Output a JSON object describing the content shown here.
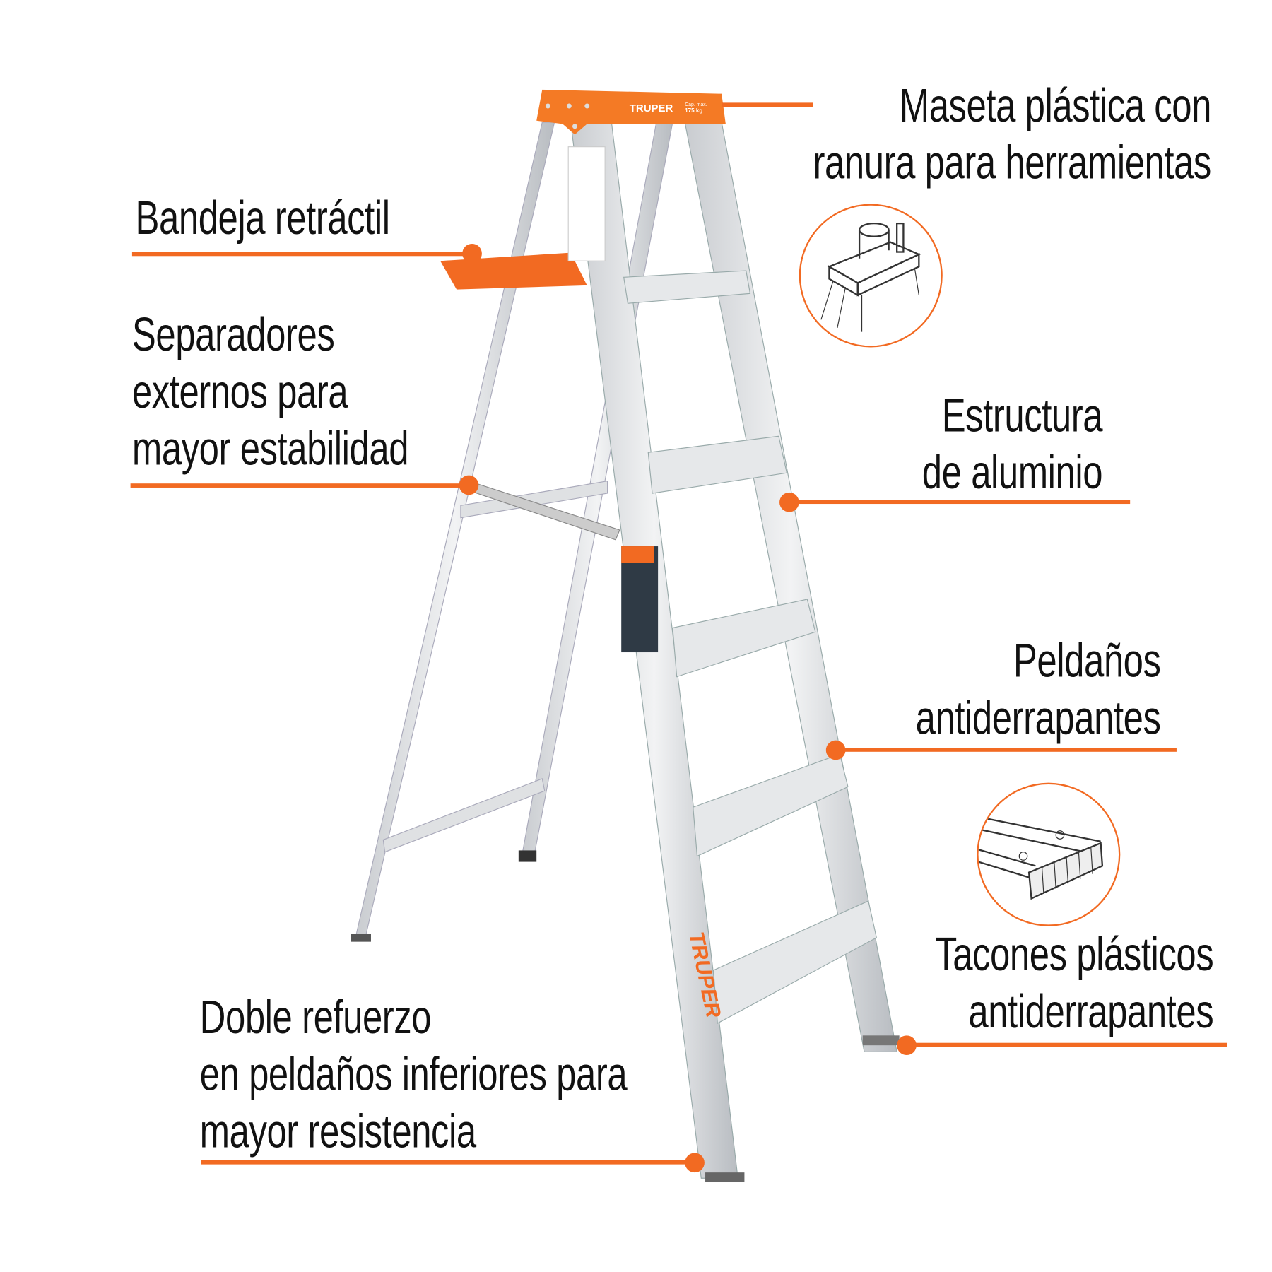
{
  "brand": {
    "name": "TRUPER",
    "capacity_label": "Cap. máx.",
    "capacity": "175 kg",
    "accent": "#f26a22"
  },
  "callouts": {
    "maseta": [
      "Maseta plástica con",
      "ranura para herramientas"
    ],
    "bandeja": [
      "Bandeja retráctil"
    ],
    "separadores": [
      "Separadores",
      "externos para",
      "mayor estabilidad"
    ],
    "estructura": [
      "Estructura",
      "de aluminio"
    ],
    "peldanos": [
      "Peldaños",
      "antiderrapantes"
    ],
    "tacones": [
      "Tacones plásticos",
      "antiderrapantes"
    ],
    "refuerzo": [
      "Doble refuerzo",
      "en peldaños inferiores para",
      "mayor resistencia"
    ]
  },
  "icons": [
    "tool-tray-detail-icon",
    "rubber-foot-detail-icon"
  ]
}
